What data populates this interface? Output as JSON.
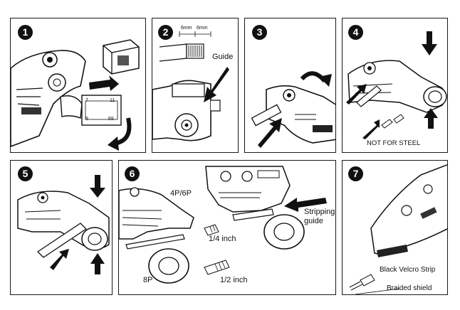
{
  "steps": [
    {
      "number": "1"
    },
    {
      "number": "2",
      "dim_labels": [
        "6mm",
        "6mm"
      ],
      "label": "Guide"
    },
    {
      "number": "3"
    },
    {
      "number": "4",
      "label": "NOT FOR STEEL"
    },
    {
      "number": "5"
    },
    {
      "number": "6",
      "labels": {
        "small_ports": "4P/6P",
        "large_port": "8P",
        "stripping_guide": "Stripping\nguide",
        "quarter_inch": "1/4 inch",
        "half_inch": "1/2 inch"
      }
    },
    {
      "number": "7",
      "labels": {
        "velcro": "Black Velcro Strip",
        "shield": "Braided shield"
      }
    }
  ],
  "blade_cassette": {
    "numbers": [
      "7",
      "11",
      "9",
      "69"
    ]
  }
}
